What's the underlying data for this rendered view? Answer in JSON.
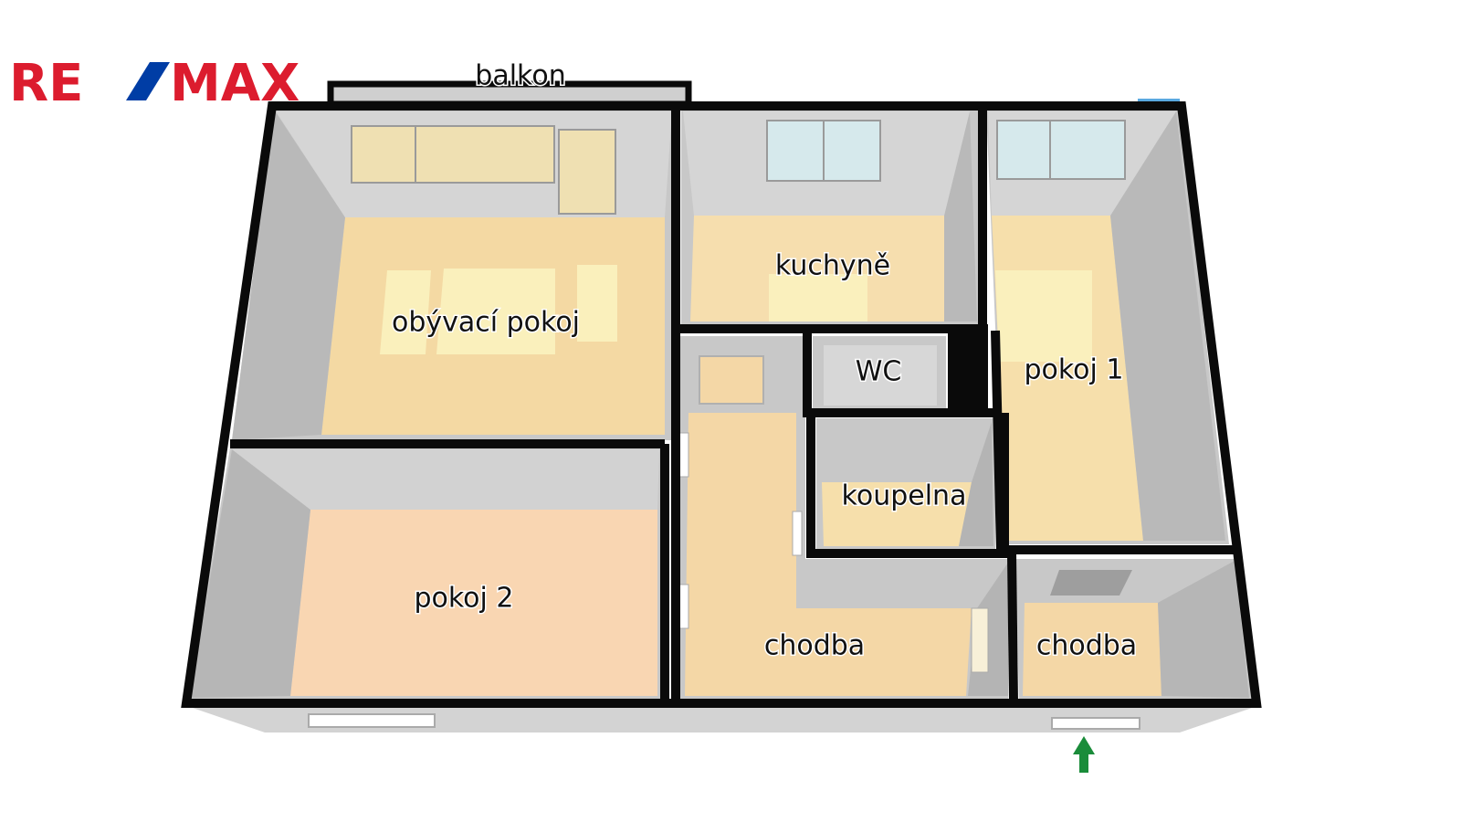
{
  "logo": {
    "part1": "RE",
    "part2": "MAX",
    "red": "#dc1c2e",
    "blue": "#003da5"
  },
  "labels": {
    "balcony": "balkon",
    "living_room": "obývací pokoj",
    "kitchen": "kuchyně",
    "room1": "pokoj 1",
    "wc": "WC",
    "bathroom": "koupelna",
    "room2": "pokoj 2",
    "hallway_main": "chodba",
    "hallway_entry": "chodba"
  },
  "entrance": {
    "icon": "arrow-up-icon",
    "color": "#1a8c3a"
  },
  "colors": {
    "wall": "#0a0a0a",
    "inner_wall": "#c6c6c6",
    "floor_living": "#f4d9a3",
    "floor_kitchen": "#f6deae",
    "floor_room1": "#f6dfab",
    "floor_room2": "#f9d6b2",
    "floor_hall": "#f4d7a6",
    "window_glass": "#d6e9ec",
    "window_beige": "#f0e2b4",
    "outer_face": "#cfcfcf"
  }
}
